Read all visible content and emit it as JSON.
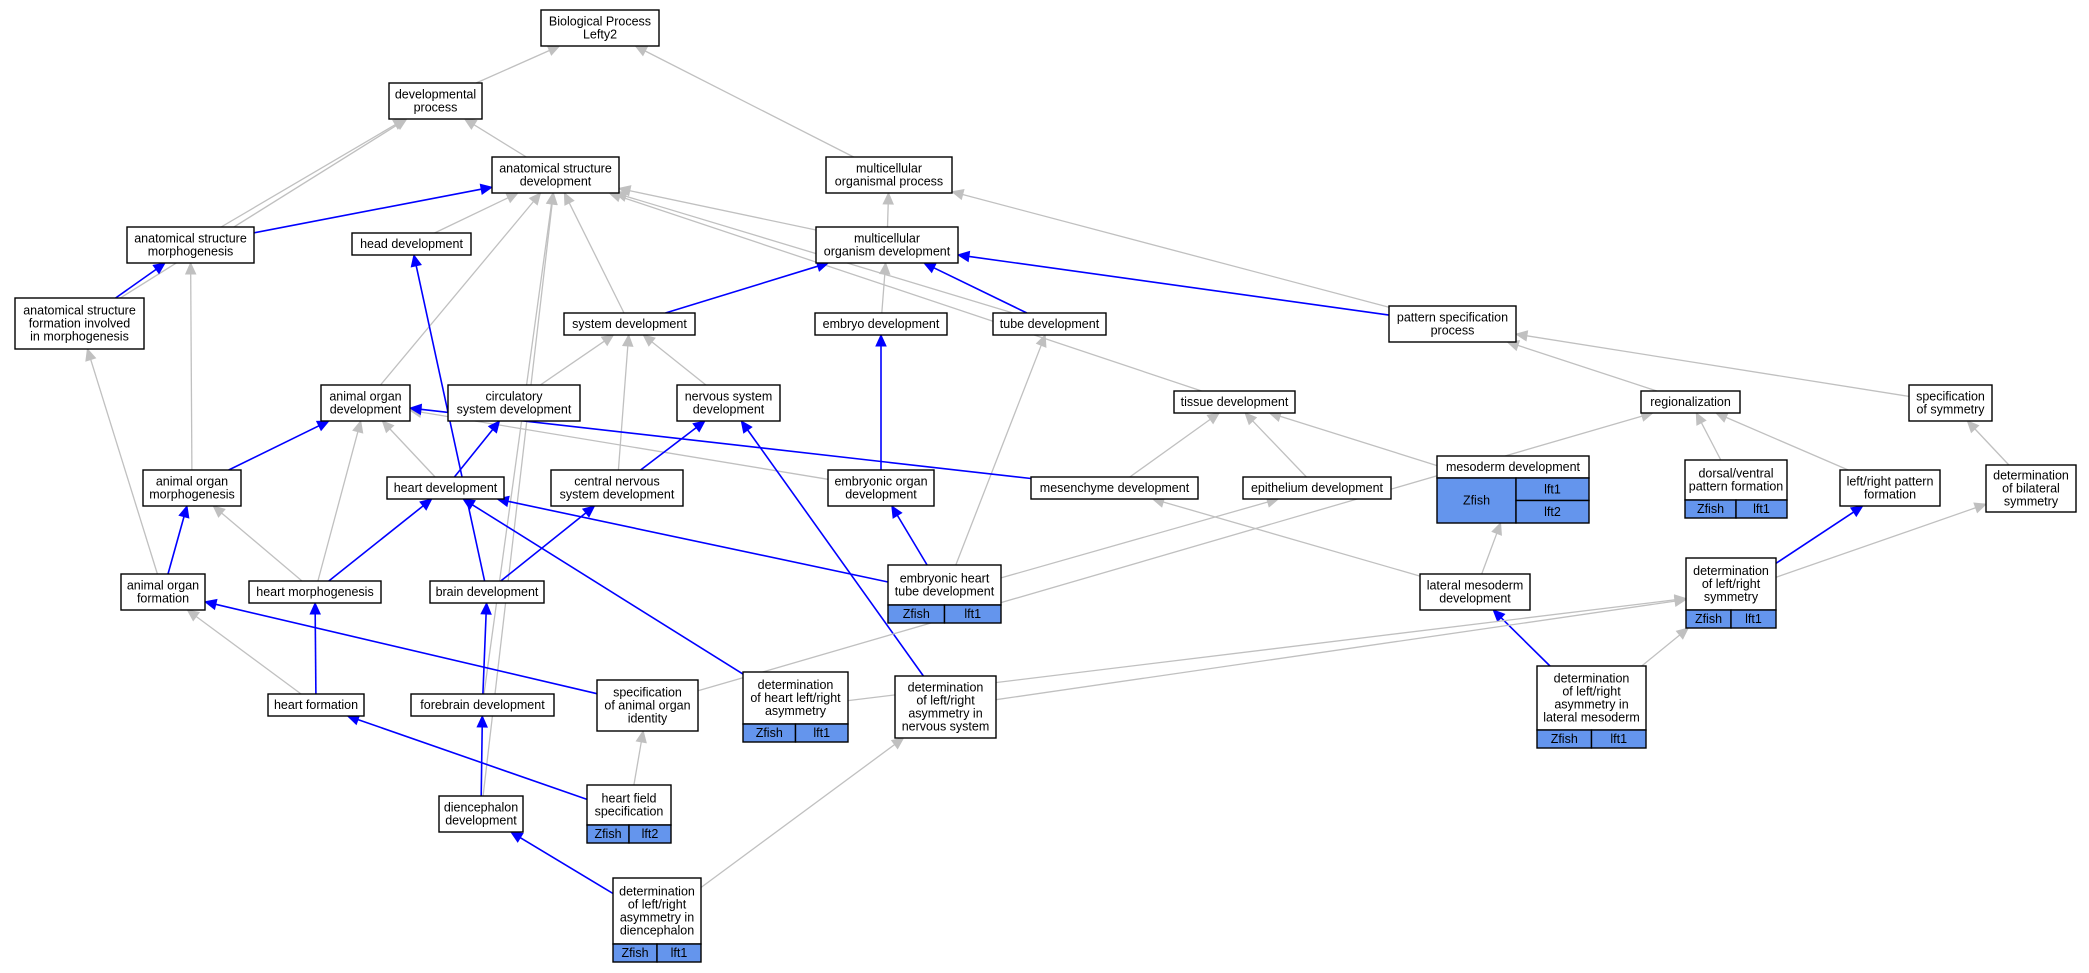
{
  "colors": {
    "gene_fill": "#6495ed",
    "is_a_edge": "#c0c0c0",
    "annotated_path_edge": "#0000ff",
    "node_border": "#000000",
    "background": "#ffffff"
  },
  "terms": {
    "root": [
      "Biological Process",
      "Lefty2"
    ],
    "developmental_process": [
      "developmental",
      "process"
    ],
    "anatomical_structure_development": [
      "anatomical structure",
      "development"
    ],
    "multicellular_organismal_process": [
      "multicellular",
      "organismal process"
    ],
    "anatomical_structure_morphogenesis": [
      "anatomical structure",
      "morphogenesis"
    ],
    "head_development": [
      "head development"
    ],
    "multicellular_organism_development": [
      "multicellular",
      "organism development"
    ],
    "anatomical_structure_formation": [
      "anatomical structure",
      "formation involved",
      "in morphogenesis"
    ],
    "system_development": [
      "system development"
    ],
    "embryo_development": [
      "embryo development"
    ],
    "tube_development": [
      "tube development"
    ],
    "pattern_specification_process": [
      "pattern specification",
      "process"
    ],
    "animal_organ_development": [
      "animal organ",
      "development"
    ],
    "circulatory_system_development": [
      "circulatory",
      "system development"
    ],
    "nervous_system_development": [
      "nervous system",
      "development"
    ],
    "tissue_development": [
      "tissue development"
    ],
    "regionalization": [
      "regionalization"
    ],
    "specification_of_symmetry": [
      "specification",
      "of symmetry"
    ],
    "animal_organ_morphogenesis": [
      "animal organ",
      "morphogenesis"
    ],
    "heart_development": [
      "heart development"
    ],
    "central_nervous_system_development": [
      "central nervous",
      "system development"
    ],
    "embryonic_organ_development": [
      "embryonic organ",
      "development"
    ],
    "mesenchyme_development": [
      "mesenchyme development"
    ],
    "epithelium_development": [
      "epithelium development"
    ],
    "mesoderm_development": [
      "mesoderm development"
    ],
    "dorsal_ventral_pattern_formation": [
      "dorsal/ventral",
      "pattern formation"
    ],
    "left_right_pattern_formation": [
      "left/right pattern",
      "formation"
    ],
    "determination_of_bilateral_symmetry": [
      "determination",
      "of bilateral",
      "symmetry"
    ],
    "animal_organ_formation": [
      "animal organ",
      "formation"
    ],
    "heart_morphogenesis": [
      "heart morphogenesis"
    ],
    "brain_development": [
      "brain development"
    ],
    "embryonic_heart_tube_development": [
      "embryonic heart",
      "tube development"
    ],
    "lateral_mesoderm_development": [
      "lateral mesoderm",
      "development"
    ],
    "determination_of_left_right_symmetry": [
      "determination",
      "of left/right",
      "symmetry"
    ],
    "heart_formation": [
      "heart formation"
    ],
    "forebrain_development": [
      "forebrain development"
    ],
    "specification_of_animal_organ_identity": [
      "specification",
      "of animal organ",
      "identity"
    ],
    "determination_of_heart_left_right_asymmetry": [
      "determination",
      "of heart left/right",
      "asymmetry"
    ],
    "determination_of_lr_asymmetry_nervous_system": [
      "determination",
      "of left/right",
      "asymmetry in",
      "nervous system"
    ],
    "determination_of_lr_asymmetry_lateral_mesoderm": [
      "determination",
      "of left/right",
      "asymmetry in",
      "lateral mesoderm"
    ],
    "heart_field_specification": [
      "heart field",
      "specification"
    ],
    "diencephalon_development": [
      "diencephalon",
      "development"
    ],
    "determination_of_lr_asymmetry_diencephalon": [
      "determination",
      "of left/right",
      "asymmetry in",
      "diencephalon"
    ]
  },
  "gene_annotations": {
    "mesoderm_development": {
      "species": "Zfish",
      "genes": [
        "lft1",
        "lft2"
      ]
    },
    "dorsal_ventral_pattern_formation": {
      "species": "Zfish",
      "genes": [
        "lft1"
      ]
    },
    "embryonic_heart_tube_development": {
      "species": "Zfish",
      "genes": [
        "lft1"
      ]
    },
    "determination_of_left_right_symmetry": {
      "species": "Zfish",
      "genes": [
        "lft1"
      ]
    },
    "determination_of_heart_left_right_asymmetry": {
      "species": "Zfish",
      "genes": [
        "lft1"
      ]
    },
    "determination_of_lr_asymmetry_lateral_mesoderm": {
      "species": "Zfish",
      "genes": [
        "lft1"
      ]
    },
    "heart_field_specification": {
      "species": "Zfish",
      "genes": [
        "lft2"
      ]
    },
    "determination_of_lr_asymmetry_diencephalon": {
      "species": "Zfish",
      "genes": [
        "lft1"
      ]
    }
  },
  "edges": [
    [
      "developmental_process",
      "root",
      "gray"
    ],
    [
      "multicellular_organismal_process",
      "root",
      "gray"
    ],
    [
      "anatomical_structure_development",
      "developmental_process",
      "gray"
    ],
    [
      "anatomical_structure_morphogenesis",
      "developmental_process",
      "gray"
    ],
    [
      "anatomical_structure_formation",
      "developmental_process",
      "gray"
    ],
    [
      "anatomical_structure_morphogenesis",
      "anatomical_structure_development",
      "blue"
    ],
    [
      "head_development",
      "anatomical_structure_development",
      "gray"
    ],
    [
      "multicellular_organism_development",
      "anatomical_structure_development",
      "gray"
    ],
    [
      "system_development",
      "anatomical_structure_development",
      "gray"
    ],
    [
      "animal_organ_development",
      "anatomical_structure_development",
      "gray"
    ],
    [
      "tube_development",
      "anatomical_structure_development",
      "gray"
    ],
    [
      "tissue_development",
      "anatomical_structure_development",
      "gray"
    ],
    [
      "forebrain_development",
      "anatomical_structure_development",
      "gray"
    ],
    [
      "diencephalon_development",
      "anatomical_structure_development",
      "gray"
    ],
    [
      "multicellular_organism_development",
      "multicellular_organismal_process",
      "gray"
    ],
    [
      "pattern_specification_process",
      "multicellular_organismal_process",
      "gray"
    ],
    [
      "anatomical_structure_formation",
      "anatomical_structure_morphogenesis",
      "blue"
    ],
    [
      "animal_organ_morphogenesis",
      "anatomical_structure_morphogenesis",
      "gray"
    ],
    [
      "animal_organ_formation",
      "anatomical_structure_formation",
      "gray"
    ],
    [
      "system_development",
      "multicellular_organism_development",
      "blue"
    ],
    [
      "embryo_development",
      "multicellular_organism_development",
      "gray"
    ],
    [
      "tube_development",
      "multicellular_organism_development",
      "blue"
    ],
    [
      "pattern_specification_process",
      "multicellular_organism_development",
      "blue"
    ],
    [
      "brain_development",
      "head_development",
      "blue"
    ],
    [
      "circulatory_system_development",
      "system_development",
      "gray"
    ],
    [
      "nervous_system_development",
      "system_development",
      "gray"
    ],
    [
      "central_nervous_system_development",
      "system_development",
      "gray"
    ],
    [
      "embryonic_organ_development",
      "embryo_development",
      "blue"
    ],
    [
      "embryonic_heart_tube_development",
      "tube_development",
      "gray"
    ],
    [
      "regionalization",
      "pattern_specification_process",
      "gray"
    ],
    [
      "specification_of_symmetry",
      "pattern_specification_process",
      "gray"
    ],
    [
      "animal_organ_morphogenesis",
      "animal_organ_development",
      "blue"
    ],
    [
      "heart_development",
      "animal_organ_development",
      "gray"
    ],
    [
      "embryonic_organ_development",
      "animal_organ_development",
      "gray"
    ],
    [
      "mesenchyme_development",
      "animal_organ_development",
      "blue"
    ],
    [
      "heart_morphogenesis",
      "animal_organ_development",
      "gray"
    ],
    [
      "heart_development",
      "circulatory_system_development",
      "blue"
    ],
    [
      "central_nervous_system_development",
      "nervous_system_development",
      "blue"
    ],
    [
      "determination_of_lr_asymmetry_nervous_system",
      "nervous_system_development",
      "blue"
    ],
    [
      "mesenchyme_development",
      "tissue_development",
      "gray"
    ],
    [
      "epithelium_development",
      "tissue_development",
      "gray"
    ],
    [
      "mesoderm_development",
      "tissue_development",
      "gray"
    ],
    [
      "dorsal_ventral_pattern_formation",
      "regionalization",
      "gray"
    ],
    [
      "left_right_pattern_formation",
      "regionalization",
      "gray"
    ],
    [
      "specification_of_animal_organ_identity",
      "regionalization",
      "gray"
    ],
    [
      "determination_of_bilateral_symmetry",
      "specification_of_symmetry",
      "gray"
    ],
    [
      "animal_organ_formation",
      "animal_organ_morphogenesis",
      "blue"
    ],
    [
      "heart_morphogenesis",
      "animal_organ_morphogenesis",
      "gray"
    ],
    [
      "heart_morphogenesis",
      "heart_development",
      "blue"
    ],
    [
      "embryonic_heart_tube_development",
      "heart_development",
      "blue"
    ],
    [
      "determination_of_heart_left_right_asymmetry",
      "heart_development",
      "blue"
    ],
    [
      "brain_development",
      "central_nervous_system_development",
      "blue"
    ],
    [
      "embryonic_heart_tube_development",
      "embryonic_organ_development",
      "blue"
    ],
    [
      "lateral_mesoderm_development",
      "mesenchyme_development",
      "gray"
    ],
    [
      "embryonic_heart_tube_development",
      "epithelium_development",
      "gray"
    ],
    [
      "lateral_mesoderm_development",
      "mesoderm_development",
      "gray"
    ],
    [
      "determination_of_left_right_symmetry",
      "left_right_pattern_formation",
      "blue"
    ],
    [
      "determination_of_left_right_symmetry",
      "determination_of_bilateral_symmetry",
      "gray"
    ],
    [
      "specification_of_animal_organ_identity",
      "animal_organ_formation",
      "blue"
    ],
    [
      "heart_formation",
      "animal_organ_formation",
      "gray"
    ],
    [
      "heart_formation",
      "heart_morphogenesis",
      "blue"
    ],
    [
      "forebrain_development",
      "brain_development",
      "blue"
    ],
    [
      "determination_of_lr_asymmetry_lateral_mesoderm",
      "lateral_mesoderm_development",
      "blue"
    ],
    [
      "determination_of_heart_left_right_asymmetry",
      "determination_of_left_right_symmetry",
      "gray"
    ],
    [
      "determination_of_lr_asymmetry_nervous_system",
      "determination_of_left_right_symmetry",
      "gray"
    ],
    [
      "determination_of_lr_asymmetry_lateral_mesoderm",
      "determination_of_left_right_symmetry",
      "gray"
    ],
    [
      "heart_field_specification",
      "heart_formation",
      "blue"
    ],
    [
      "heart_field_specification",
      "specification_of_animal_organ_identity",
      "gray"
    ],
    [
      "diencephalon_development",
      "forebrain_development",
      "blue"
    ],
    [
      "determination_of_lr_asymmetry_diencephalon",
      "diencephalon_development",
      "blue"
    ],
    [
      "determination_of_lr_asymmetry_diencephalon",
      "determination_of_lr_asymmetry_nervous_system",
      "gray"
    ]
  ]
}
